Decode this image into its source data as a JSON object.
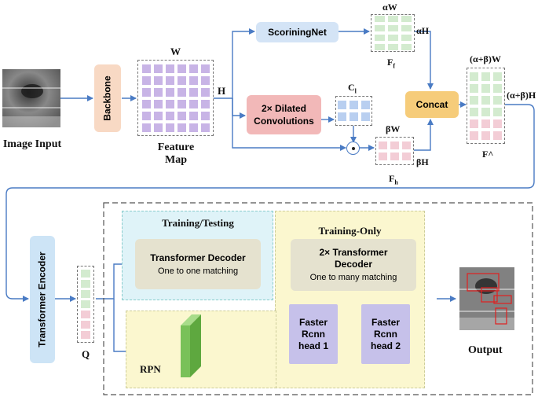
{
  "labels": {
    "image_input": "Image Input",
    "backbone": "Backbone",
    "feature_map_line1": "Feature",
    "feature_map_line2": "Map",
    "w": "W",
    "h": "H",
    "scoring_net": "ScoriningNet",
    "alpha_w": "αW",
    "alpha_h": "αH",
    "f_f": "F",
    "f_f_sub": "f",
    "dilated_line1": "2× Dilated",
    "dilated_line2": "Convolutions",
    "c_l": "C",
    "c_l_sub": "l",
    "concat": "Concat",
    "beta_w": "βW",
    "beta_h": "βH",
    "f_h": "F",
    "f_h_sub": "h",
    "ab_w": "(α+β)W",
    "ab_h": "(α+β)H",
    "f_hat": "F^",
    "transformer_encoder": "Transformer Encoder",
    "q": "Q",
    "training_testing": "Training/Testing",
    "decoder_title": "Transformer Decoder",
    "decoder_sub": "One to one matching",
    "training_only": "Training-Only",
    "decoder2_line1": "2× Transformer",
    "decoder2_line2": "Decoder",
    "decoder2_sub": "One to many matching",
    "rpn": "RPN",
    "head1_line1": "Faster",
    "head1_line2": "Rcnn",
    "head1_line3": "head 1",
    "head2_line1": "Faster",
    "head2_line2": "Rcnn",
    "head2_line3": "head 2",
    "output": "Output",
    "odot": "⊙"
  },
  "colors": {
    "arrow": "#4a7bc4",
    "backbone": "#f8d9c4",
    "feature": "#c8b4e6",
    "scoring": "#d4e4f6",
    "dilated": "#f2b8b8",
    "concat": "#f6cc7a",
    "green_cell": "#d3ebcf",
    "blue_cell": "#b9cff0",
    "pink_cell": "#f3cdd6",
    "encoder": "#cde4f6",
    "decoder": "#e5e2cf",
    "head": "#c6c1ea",
    "training_bg": "#dff3f8",
    "training_only_bg": "#fbf7cf",
    "rpn_bg": "#fbf7cf",
    "rpn_block": "#79c159",
    "bbox": "#e02020"
  }
}
